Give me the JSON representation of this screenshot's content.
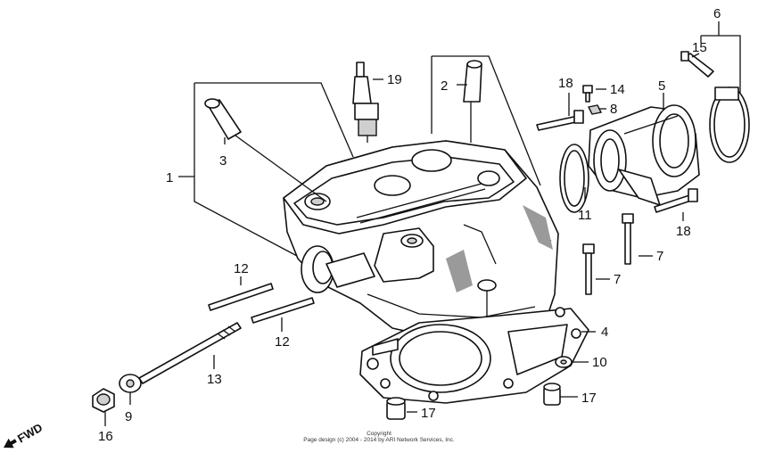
{
  "callouts": {
    "c1": "1",
    "c2": "2",
    "c3": "3",
    "c4": "4",
    "c5": "5",
    "c6": "6",
    "c7a": "7",
    "c7b": "7",
    "c8": "8",
    "c9": "9",
    "c10": "10",
    "c11": "11",
    "c12a": "12",
    "c12b": "12",
    "c13": "13",
    "c14": "14",
    "c15": "15",
    "c16": "16",
    "c17a": "17",
    "c17b": "17",
    "c18a": "18",
    "c18b": "18",
    "c19": "19"
  },
  "direction": {
    "label": "FWD"
  },
  "copyright": {
    "line1": "Copyright",
    "line2": "Page design (c) 2004 - 2014 by ARI Network Services, Inc."
  }
}
